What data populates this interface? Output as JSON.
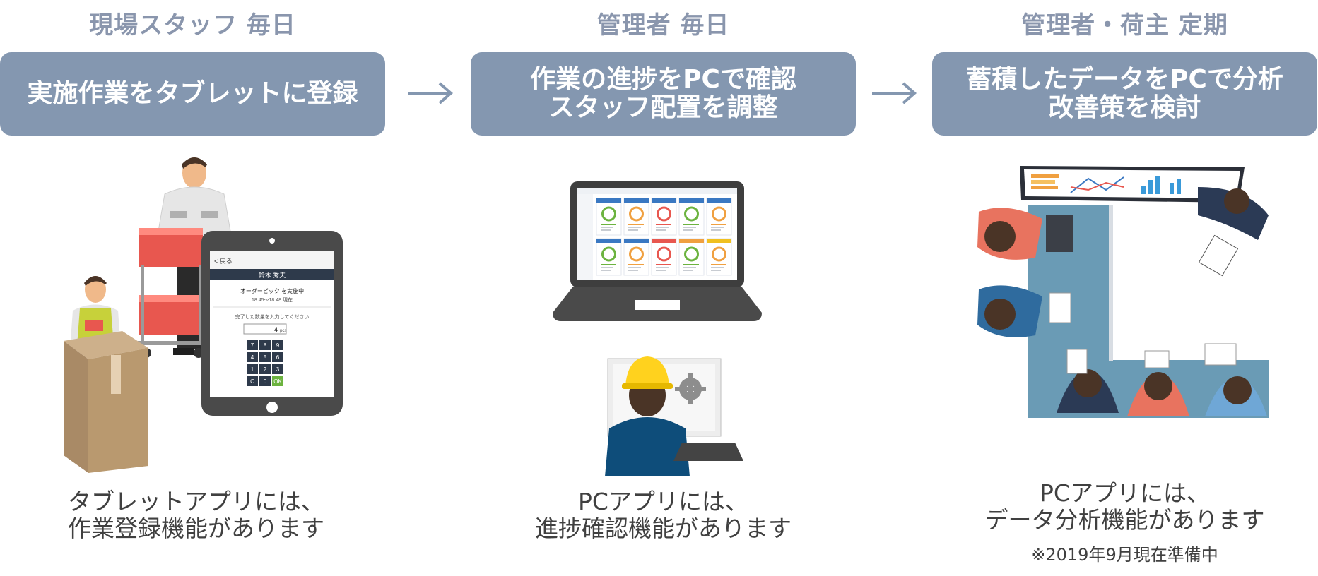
{
  "steps": [
    {
      "heading": "現場スタッフ 毎日",
      "banner": [
        "実施作業をタブレットに登録"
      ],
      "caption": [
        "タブレットアプリには、",
        "作業登録機能があります"
      ]
    },
    {
      "heading": "管理者 毎日",
      "banner": [
        "作業の進捗をPCで確認",
        "スタッフ配置を調整"
      ],
      "caption": [
        "PCアプリには、",
        "進捗確認機能があります"
      ]
    },
    {
      "heading": "管理者・荷主 定期",
      "banner": [
        "蓄積したデータをPCで分析",
        "改善策を検討"
      ],
      "caption": [
        "PCアプリには、",
        "データ分析機能があります"
      ],
      "note": "※2019年9月現在準備中"
    }
  ],
  "tablet_screen": {
    "back_label": "< 戻る",
    "name": "鈴木 秀夫",
    "task": "オーダーピック を実施中",
    "time": "18:45〜18:48 現在",
    "prompt": "完了した数量を入力してください",
    "quantity": "4",
    "unit": "pcs",
    "keys": [
      "7",
      "8",
      "9",
      "4",
      "5",
      "6",
      "1",
      "2",
      "3",
      "C",
      "0",
      "OK"
    ]
  },
  "colors": {
    "heading": "#8a96ad",
    "banner": "#8497b0",
    "arrow": "#8497b0"
  }
}
